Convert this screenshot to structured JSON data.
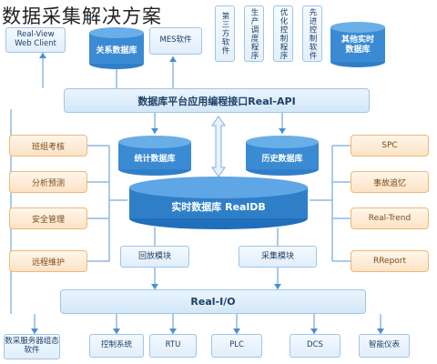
{
  "title": "数据采集解决方案",
  "top_boxes": {
    "client": "Real-View\nWeb Client",
    "relational_db": "关系数据库",
    "mes": "MES软件",
    "v1": "第三方软件",
    "v2": "生产调度程序",
    "v3": "优化控制程序",
    "v4": "先进控制软件",
    "realtime_db": "其他实时\n数据库"
  },
  "api_bar": "数据库平台应用编程接口Real-API",
  "stats_db": "统计数据库",
  "history_db": "历史数据库",
  "realtime_db_main": "实时数据库 RealDB",
  "left_modules": [
    "班组考核",
    "分析预测",
    "安全管理",
    "远程维护"
  ],
  "right_modules": [
    "SPC",
    "事故追忆",
    "Real-Trend",
    "RReport"
  ],
  "mid_modules": [
    "回放模块",
    "采集模块"
  ],
  "io_bar": "Real-I/O",
  "bottom_boxes": [
    "数采服务器组态软件",
    "控制系统",
    "RTU",
    "PLC",
    "DCS",
    "智能仪表"
  ],
  "colors": {
    "primary_blue": "#2f7fc8",
    "light_blue": "#dcebfa",
    "orange_border": "#f1b877"
  }
}
